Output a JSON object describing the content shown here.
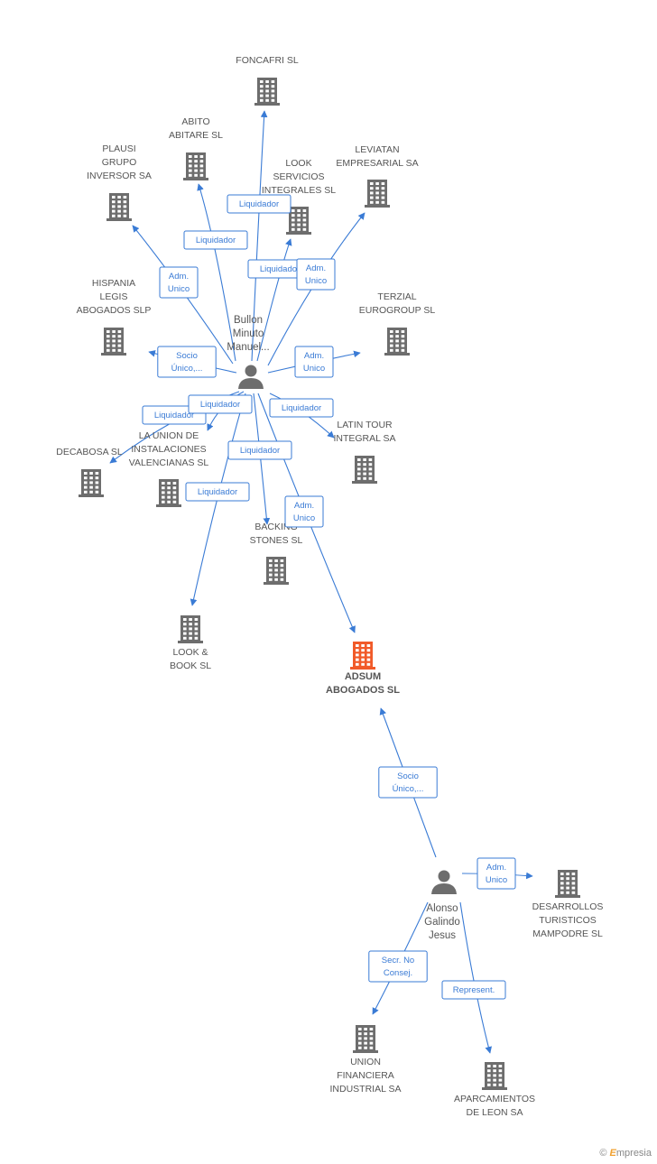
{
  "colors": {
    "edge": "#3a7bd5",
    "building": "#6d6d6d",
    "highlight": "#f15a29",
    "person": "#6d6d6d"
  },
  "persons": [
    {
      "id": "p1",
      "lines": [
        "Bullon",
        "Minuto",
        "Manuel..."
      ]
    },
    {
      "id": "p2",
      "lines": [
        "Alonso",
        "Galindo",
        "Jesus"
      ]
    }
  ],
  "companies": [
    {
      "id": "foncafri",
      "lines": [
        "FONCAFRI SL"
      ]
    },
    {
      "id": "abito",
      "lines": [
        "ABITO",
        "ABITARE SL"
      ]
    },
    {
      "id": "plausi",
      "lines": [
        "PLAUSI",
        "GRUPO",
        "INVERSOR SA"
      ]
    },
    {
      "id": "look_serv",
      "lines": [
        "LOOK",
        "SERVICIOS",
        "INTEGRALES SL"
      ]
    },
    {
      "id": "leviatan",
      "lines": [
        "LEVIATAN",
        "EMPRESARIAL SA"
      ]
    },
    {
      "id": "hispania",
      "lines": [
        "HISPANIA",
        "LEGIS",
        "ABOGADOS SLP"
      ]
    },
    {
      "id": "terzial",
      "lines": [
        "TERZIAL",
        "EUROGROUP SL"
      ]
    },
    {
      "id": "latin",
      "lines": [
        "LATIN TOUR",
        "INTEGRAL SA"
      ]
    },
    {
      "id": "decabosa",
      "lines": [
        "DECABOSA SL"
      ]
    },
    {
      "id": "launion",
      "lines": [
        "LA UNION DE",
        "INSTALACIONES",
        "VALENCIANAS SL"
      ]
    },
    {
      "id": "backing",
      "lines": [
        "BACKING",
        "STONES SL"
      ]
    },
    {
      "id": "lookbook",
      "lines": [
        "LOOK &",
        "BOOK SL"
      ]
    },
    {
      "id": "adsum",
      "lines": [
        "ADSUM",
        "ABOGADOS  SL"
      ],
      "main": true
    },
    {
      "id": "desarrollos",
      "lines": [
        "DESARROLLOS",
        "TURISTICOS",
        "MAMPODRE SL"
      ]
    },
    {
      "id": "union",
      "lines": [
        "UNION",
        "FINANCIERA",
        "INDUSTRIAL SA"
      ]
    },
    {
      "id": "aparcamientos",
      "lines": [
        "APARCAMIENTOS",
        "DE LEON SA"
      ]
    }
  ],
  "edges": [
    {
      "from": "p1",
      "to": "foncafri",
      "label": [
        "Liquidador"
      ]
    },
    {
      "from": "p1",
      "to": "abito",
      "label": [
        "Liquidador"
      ]
    },
    {
      "from": "p1",
      "to": "plausi",
      "label": [
        "Adm.",
        "Unico"
      ]
    },
    {
      "from": "p1",
      "to": "look_serv",
      "label": [
        "Liquidador"
      ]
    },
    {
      "from": "p1",
      "to": "leviatan",
      "label": [
        "Adm.",
        "Unico"
      ]
    },
    {
      "from": "p1",
      "to": "hispania",
      "label": [
        "Socio",
        "Único,..."
      ]
    },
    {
      "from": "p1",
      "to": "terzial",
      "label": [
        "Adm.",
        "Unico"
      ]
    },
    {
      "from": "p1",
      "to": "latin",
      "label": [
        "Liquidador"
      ]
    },
    {
      "from": "p1",
      "to": "decabosa",
      "label": [
        "Liquidador"
      ]
    },
    {
      "from": "p1",
      "to": "launion",
      "label": [
        "Liquidador"
      ]
    },
    {
      "from": "p1",
      "to": "backing",
      "label": [
        "Liquidador"
      ]
    },
    {
      "from": "p1",
      "to": "lookbook",
      "label": [
        "Liquidador"
      ]
    },
    {
      "from": "p1",
      "to": "adsum",
      "label": [
        "Adm.",
        "Unico"
      ]
    },
    {
      "from": "p2",
      "to": "adsum",
      "label": [
        "Socio",
        "Único,..."
      ]
    },
    {
      "from": "p2",
      "to": "desarrollos",
      "label": [
        "Adm.",
        "Unico"
      ]
    },
    {
      "from": "p2",
      "to": "union",
      "label": [
        "Secr.  No",
        "Consej."
      ]
    },
    {
      "from": "p2",
      "to": "aparcamientos",
      "label": [
        "Represent."
      ]
    }
  ],
  "brand": {
    "symbol": "©",
    "initial": "E",
    "rest": "mpresia"
  }
}
